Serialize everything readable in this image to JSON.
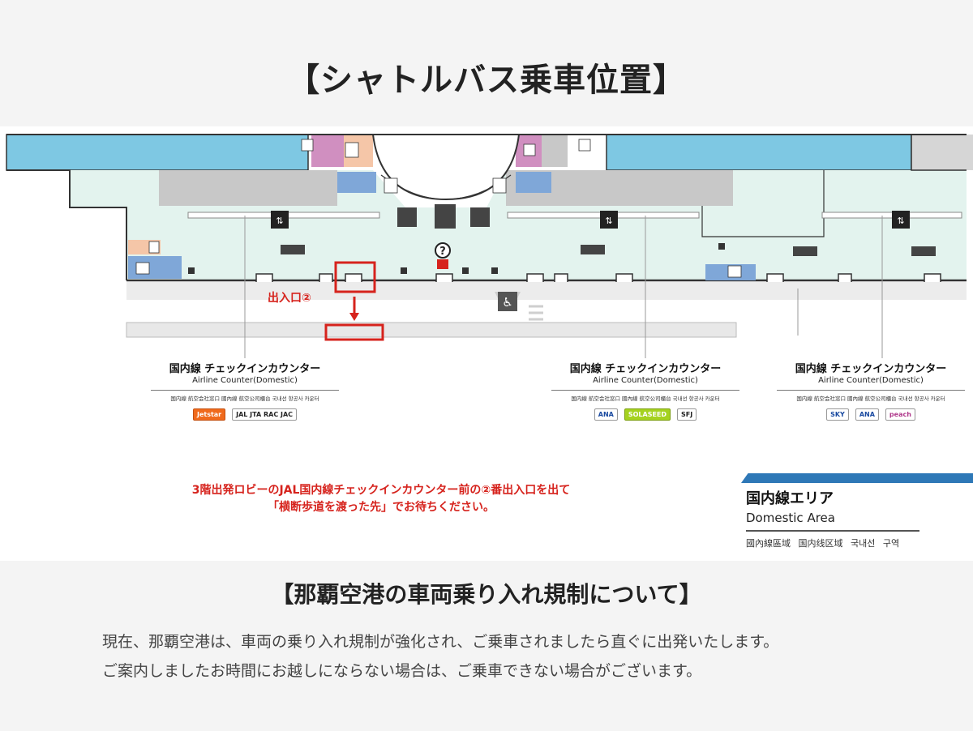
{
  "page_title": "【シャトルバス乗車位置】",
  "map": {
    "entrance_label": "出入口②",
    "counters": [
      {
        "title": "国内線 チェックインカウンター",
        "subtitle": "Airline Counter(Domestic)",
        "small": "国内線 航空会社窓口  國內線 航空公司櫃台  국내선 항공사 카운터",
        "logos": [
          "Jetstar",
          "JAL JTA RAC JAC"
        ]
      },
      {
        "title": "国内線 チェックインカウンター",
        "subtitle": "Airline Counter(Domestic)",
        "small": "国内線 航空会社窓口  國內線 航空公司櫃台  국내선 항공사 카운터",
        "logos": [
          "ANA",
          "SOLASEED",
          "SFJ"
        ]
      },
      {
        "title": "国内線 チェックインカウンター",
        "subtitle": "Airline Counter(Domestic)",
        "small": "国内線 航空会社窓口  國內線 航空公司櫃台  국내선 항공사 카운터",
        "logos": [
          "SKY",
          "ANA",
          "peach"
        ]
      }
    ],
    "instruction_line1": "3階出発ロビーのJAL国内線チェックインカウンター前の②番出入口を出て",
    "instruction_line2": "「横断歩道を渡った先」でお待ちください。",
    "area": {
      "title_ja": "国内線エリア",
      "title_en": "Domestic Area",
      "sub": "國內線區域 国内线区域 국내선 구역"
    },
    "info_icon": "?",
    "icons": [
      "restroom-icon",
      "elevator-icon",
      "escalator-icon",
      "wheelchair-icon",
      "information-icon",
      "shop-icon"
    ]
  },
  "section2": {
    "heading": "【那覇空港の車両乗り入れ規制について】",
    "line1": "現在、那覇空港は、車両の乗り入れ規制が強化され、ご乗車されましたら直ぐに出発いたします。",
    "line2": "ご案内しましたお時間にお越しにならない場合は、ご乗車できない場合がございます。"
  },
  "colors": {
    "accent_red": "#d6231d",
    "water_blue": "#7ec8e3",
    "lobby_mint": "#e3f3ee",
    "building_gray": "#c8c8c8",
    "area_blue": "#2e78b7"
  }
}
